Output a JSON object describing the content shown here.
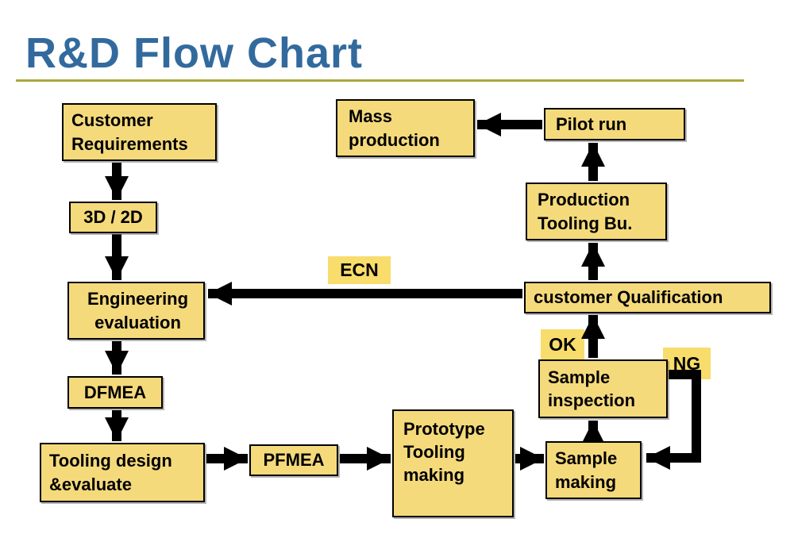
{
  "title": "R&D Flow Chart",
  "colors": {
    "title_text": "#336A9E",
    "title_rule": "#A9A93B",
    "node_fill": "#F5DA7C",
    "node_border": "#000000",
    "highlight_label_fill": "#F8DC6C",
    "arrow": "#000000",
    "background": "#FFFFFF"
  },
  "nodes": {
    "customer_requirements": {
      "label": "Customer Requirements"
    },
    "cad": {
      "label": "3D / 2D"
    },
    "engineering_evaluation": {
      "label": "Engineering evaluation"
    },
    "dfmea": {
      "label": "DFMEA"
    },
    "tooling_design": {
      "label": "Tooling design &evaluate"
    },
    "pfmea": {
      "label": "PFMEA"
    },
    "prototype_tooling": {
      "label": "Prototype Tooling making"
    },
    "sample_making": {
      "label": "Sample making"
    },
    "sample_inspection": {
      "label": "Sample inspection"
    },
    "customer_qualification": {
      "label": "customer Qualification"
    },
    "production_tooling": {
      "label": "Production Tooling Bu."
    },
    "pilot_run": {
      "label": "Pilot run"
    },
    "mass_production": {
      "label": "Mass production"
    }
  },
  "flow_labels": {
    "ecn": "ECN",
    "ok": "OK",
    "ng": "NG"
  },
  "edges": [
    {
      "from": "customer_requirements",
      "to": "cad"
    },
    {
      "from": "cad",
      "to": "engineering_evaluation"
    },
    {
      "from": "engineering_evaluation",
      "to": "dfmea"
    },
    {
      "from": "dfmea",
      "to": "tooling_design"
    },
    {
      "from": "tooling_design",
      "to": "pfmea"
    },
    {
      "from": "pfmea",
      "to": "prototype_tooling"
    },
    {
      "from": "prototype_tooling",
      "to": "sample_making"
    },
    {
      "from": "sample_making",
      "to": "sample_inspection"
    },
    {
      "from": "sample_inspection",
      "to": "customer_qualification",
      "label": "OK"
    },
    {
      "from": "sample_inspection",
      "to": "sample_making",
      "label": "NG"
    },
    {
      "from": "customer_qualification",
      "to": "engineering_evaluation",
      "label": "ECN"
    },
    {
      "from": "customer_qualification",
      "to": "production_tooling"
    },
    {
      "from": "production_tooling",
      "to": "pilot_run"
    },
    {
      "from": "pilot_run",
      "to": "mass_production"
    }
  ]
}
